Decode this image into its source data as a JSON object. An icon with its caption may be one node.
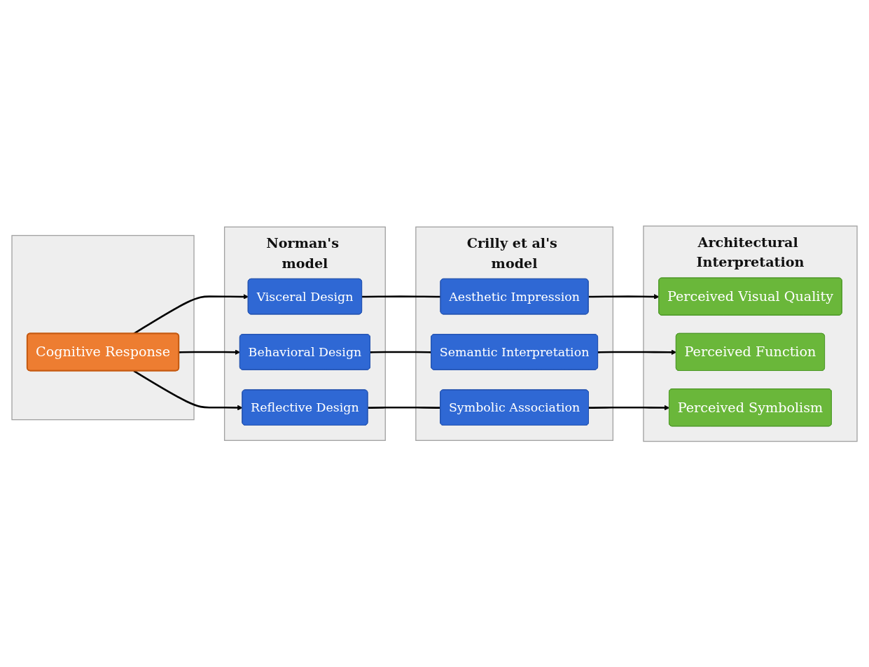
{
  "diagram": {
    "nodes": [
      {
        "text": [],
        "shape": "box"
      },
      {
        "text": [
          "Cognitive Response"
        ],
        "in": 0
      },
      {
        "text": [
          "Norman's model"
        ]
      },
      {
        "text": [
          "Visceral Design"
        ],
        "in": 2
      },
      {
        "text": [
          "Behavioral Design"
        ],
        "in": 2
      },
      {
        "text": [
          "Reflective Design"
        ],
        "in": 2
      },
      {
        "text": [
          "Crilly et al's model"
        ]
      },
      {
        "text": [
          "Aesthetic Impression"
        ],
        "in": 6
      },
      {
        "text": [
          "Semantic Interpretation"
        ],
        "in": 6
      },
      {
        "text": [
          "Symbolic Association"
        ],
        "in": 6
      },
      {
        "text": [
          "Architectural Interpretation"
        ]
      },
      {
        "text": [
          "Perceived Visual Quality"
        ],
        "in": 10
      },
      {
        "text": [
          "Perceived Function"
        ],
        "in": 10
      },
      {
        "text": [
          "Perceived Symbolism"
        ],
        "in": 10
      }
    ],
    "edges": [
      {
        "from": 1,
        "to": 3,
        "arrow": "to"
      },
      {
        "from": 1,
        "to": 4,
        "arrow": "to"
      },
      {
        "from": 1,
        "to": 5,
        "arrow": "to"
      },
      {
        "from": 3,
        "to": 7,
        "arrow": "none"
      },
      {
        "from": 4,
        "to": 8,
        "arrow": "none"
      },
      {
        "from": 5,
        "to": 9,
        "arrow": "none"
      },
      {
        "from": 7,
        "to": 11,
        "arrow": "to"
      },
      {
        "from": 8,
        "to": 12,
        "arrow": "to"
      },
      {
        "from": 9,
        "to": 13,
        "arrow": "to"
      }
    ]
  }
}
